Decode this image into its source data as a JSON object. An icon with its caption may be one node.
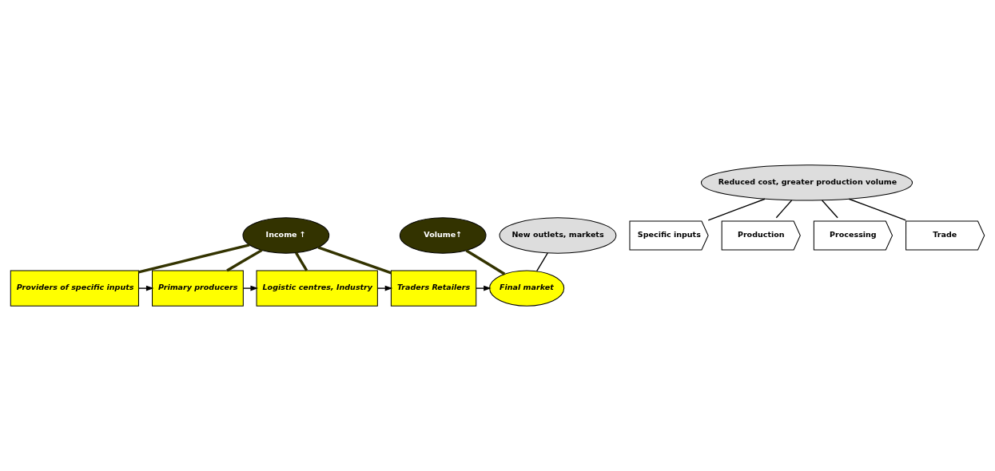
{
  "diagram": {
    "nodes": [
      {
        "text": [
          "Income ↑"
        ]
      },
      {
        "text": [
          "Providers of specific inputs"
        ]
      },
      {
        "text": [
          "Primary producers"
        ]
      },
      {
        "text": [
          "Logistic centres, Industry"
        ]
      },
      {
        "text": [
          "Traders Retailers"
        ]
      },
      {
        "text": [
          "Final market"
        ]
      },
      {
        "text": [
          "Volume↑"
        ]
      },
      {
        "text": [
          "Specific inputs"
        ]
      },
      {
        "text": [
          "Production"
        ]
      },
      {
        "text": [
          "Processing"
        ]
      },
      {
        "text": [
          "Trade"
        ]
      },
      {
        "text": [
          "New outlets, markets"
        ]
      },
      {
        "text": [
          "Reduced cost, greater production volume"
        ]
      }
    ],
    "edges": [
      {
        "from": 1,
        "to": 2,
        "arrow": "to"
      },
      {
        "from": 2,
        "to": 3,
        "arrow": "to"
      },
      {
        "from": 3,
        "to": 4,
        "arrow": "to"
      },
      {
        "from": 4,
        "to": 5,
        "arrow": "to"
      },
      {
        "from": 0,
        "to": 1,
        "arrow": "none",
        "color": "#333300",
        "style": "thick"
      },
      {
        "from": 0,
        "to": 2,
        "arrow": "none",
        "color": "#333300",
        "style": "thick"
      },
      {
        "from": 0,
        "to": 3,
        "arrow": "none",
        "color": "#333300",
        "style": "thick"
      },
      {
        "from": 0,
        "to": 4,
        "arrow": "none",
        "color": "#333300",
        "style": "thick"
      },
      {
        "from": 6,
        "to": 5,
        "arrow": "none",
        "color": "#333300",
        "style": "thick"
      },
      {
        "from": 11,
        "to": 5,
        "arrow": "none"
      },
      {
        "from": 12,
        "to": 7,
        "arrow": "none"
      },
      {
        "from": 12,
        "to": 8,
        "arrow": "none"
      },
      {
        "from": 12,
        "to": 9,
        "arrow": "none"
      },
      {
        "from": 12,
        "to": 10,
        "arrow": "none"
      }
    ]
  }
}
